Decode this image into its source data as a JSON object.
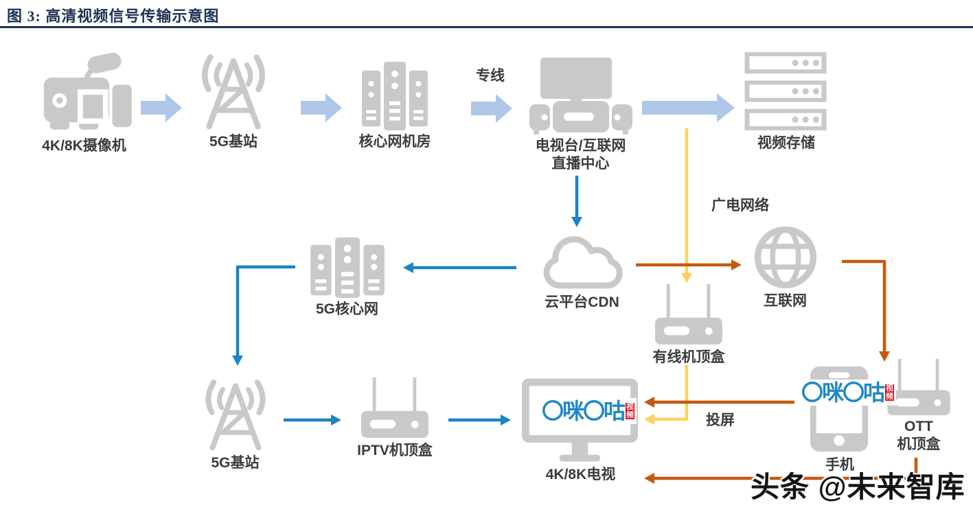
{
  "title": "图 3: 高清视频信号传输示意图",
  "nodes": {
    "camera": {
      "label": "4K/8K摄像机"
    },
    "bs_top": {
      "label": "5G基站"
    },
    "core_room": {
      "label": "核心网机房"
    },
    "tv_station": {
      "line1": "电视台/互联网",
      "line2": "直播中心"
    },
    "storage": {
      "label": "视频存储"
    },
    "cdn": {
      "label": "云平台CDN"
    },
    "core5g": {
      "label": "5G核心网"
    },
    "internet": {
      "label": "互联网"
    },
    "cable_stb": {
      "label": "有线机顶盒"
    },
    "bs_bottom": {
      "label": "5G基站"
    },
    "iptv_stb": {
      "label": "IPTV机顶盒"
    },
    "tv": {
      "label": "4K/8K电视"
    },
    "phone": {
      "label": "手机"
    },
    "ott_stb": {
      "line1": "OTT",
      "line2": "机顶盒"
    }
  },
  "edge_labels": {
    "dedicated_line": "专线",
    "broadcast_network": "广电网络",
    "screen_cast": "投屏"
  },
  "logo": {
    "blue_text": "〇咪〇咕",
    "red_top": "视",
    "red_bottom": "频"
  },
  "watermark": "头条 @未来智库",
  "colors": {
    "title": "#1B3156",
    "block_arrow": "#AEC7E8",
    "blue_arrow": "#1B84C5",
    "yellow_arrow": "#FCD25C",
    "orange_arrow": "#C5590F",
    "icon_gray": "#C9C9C9",
    "logo_blue": "#1E88C7",
    "logo_red": "#E60012"
  },
  "connections": [
    {
      "from": "4K/8K摄像机",
      "to": "5G基站",
      "style": "light-blue-block",
      "label": ""
    },
    {
      "from": "5G基站",
      "to": "核心网机房",
      "style": "light-blue-block",
      "label": ""
    },
    {
      "from": "核心网机房",
      "to": "电视台/互联网直播中心",
      "style": "light-blue-block",
      "label": "专线"
    },
    {
      "from": "电视台/互联网直播中心",
      "to": "视频存储",
      "style": "light-blue-block",
      "label": ""
    },
    {
      "from": "电视台/互联网直播中心",
      "to": "云平台CDN",
      "style": "blue",
      "label": ""
    },
    {
      "from": "电视台/互联网直播中心",
      "to": "有线机顶盒",
      "style": "yellow",
      "label": "广电网络"
    },
    {
      "from": "云平台CDN",
      "to": "5G核心网",
      "style": "blue",
      "label": ""
    },
    {
      "from": "云平台CDN",
      "to": "互联网",
      "style": "orange",
      "label": ""
    },
    {
      "from": "5G核心网",
      "to": "5G基站",
      "style": "blue",
      "label": ""
    },
    {
      "from": "5G基站",
      "to": "IPTV机顶盒",
      "style": "blue",
      "label": ""
    },
    {
      "from": "IPTV机顶盒",
      "to": "4K/8K电视",
      "style": "blue",
      "label": ""
    },
    {
      "from": "互联网",
      "to": "OTT机顶盒",
      "style": "orange",
      "label": ""
    },
    {
      "from": "手机",
      "to": "4K/8K电视",
      "style": "orange",
      "label": "投屏"
    },
    {
      "from": "有线机顶盒",
      "to": "4K/8K电视",
      "style": "yellow",
      "label": ""
    },
    {
      "from": "OTT机顶盒",
      "to": "4K/8K电视",
      "style": "orange",
      "label": ""
    }
  ]
}
